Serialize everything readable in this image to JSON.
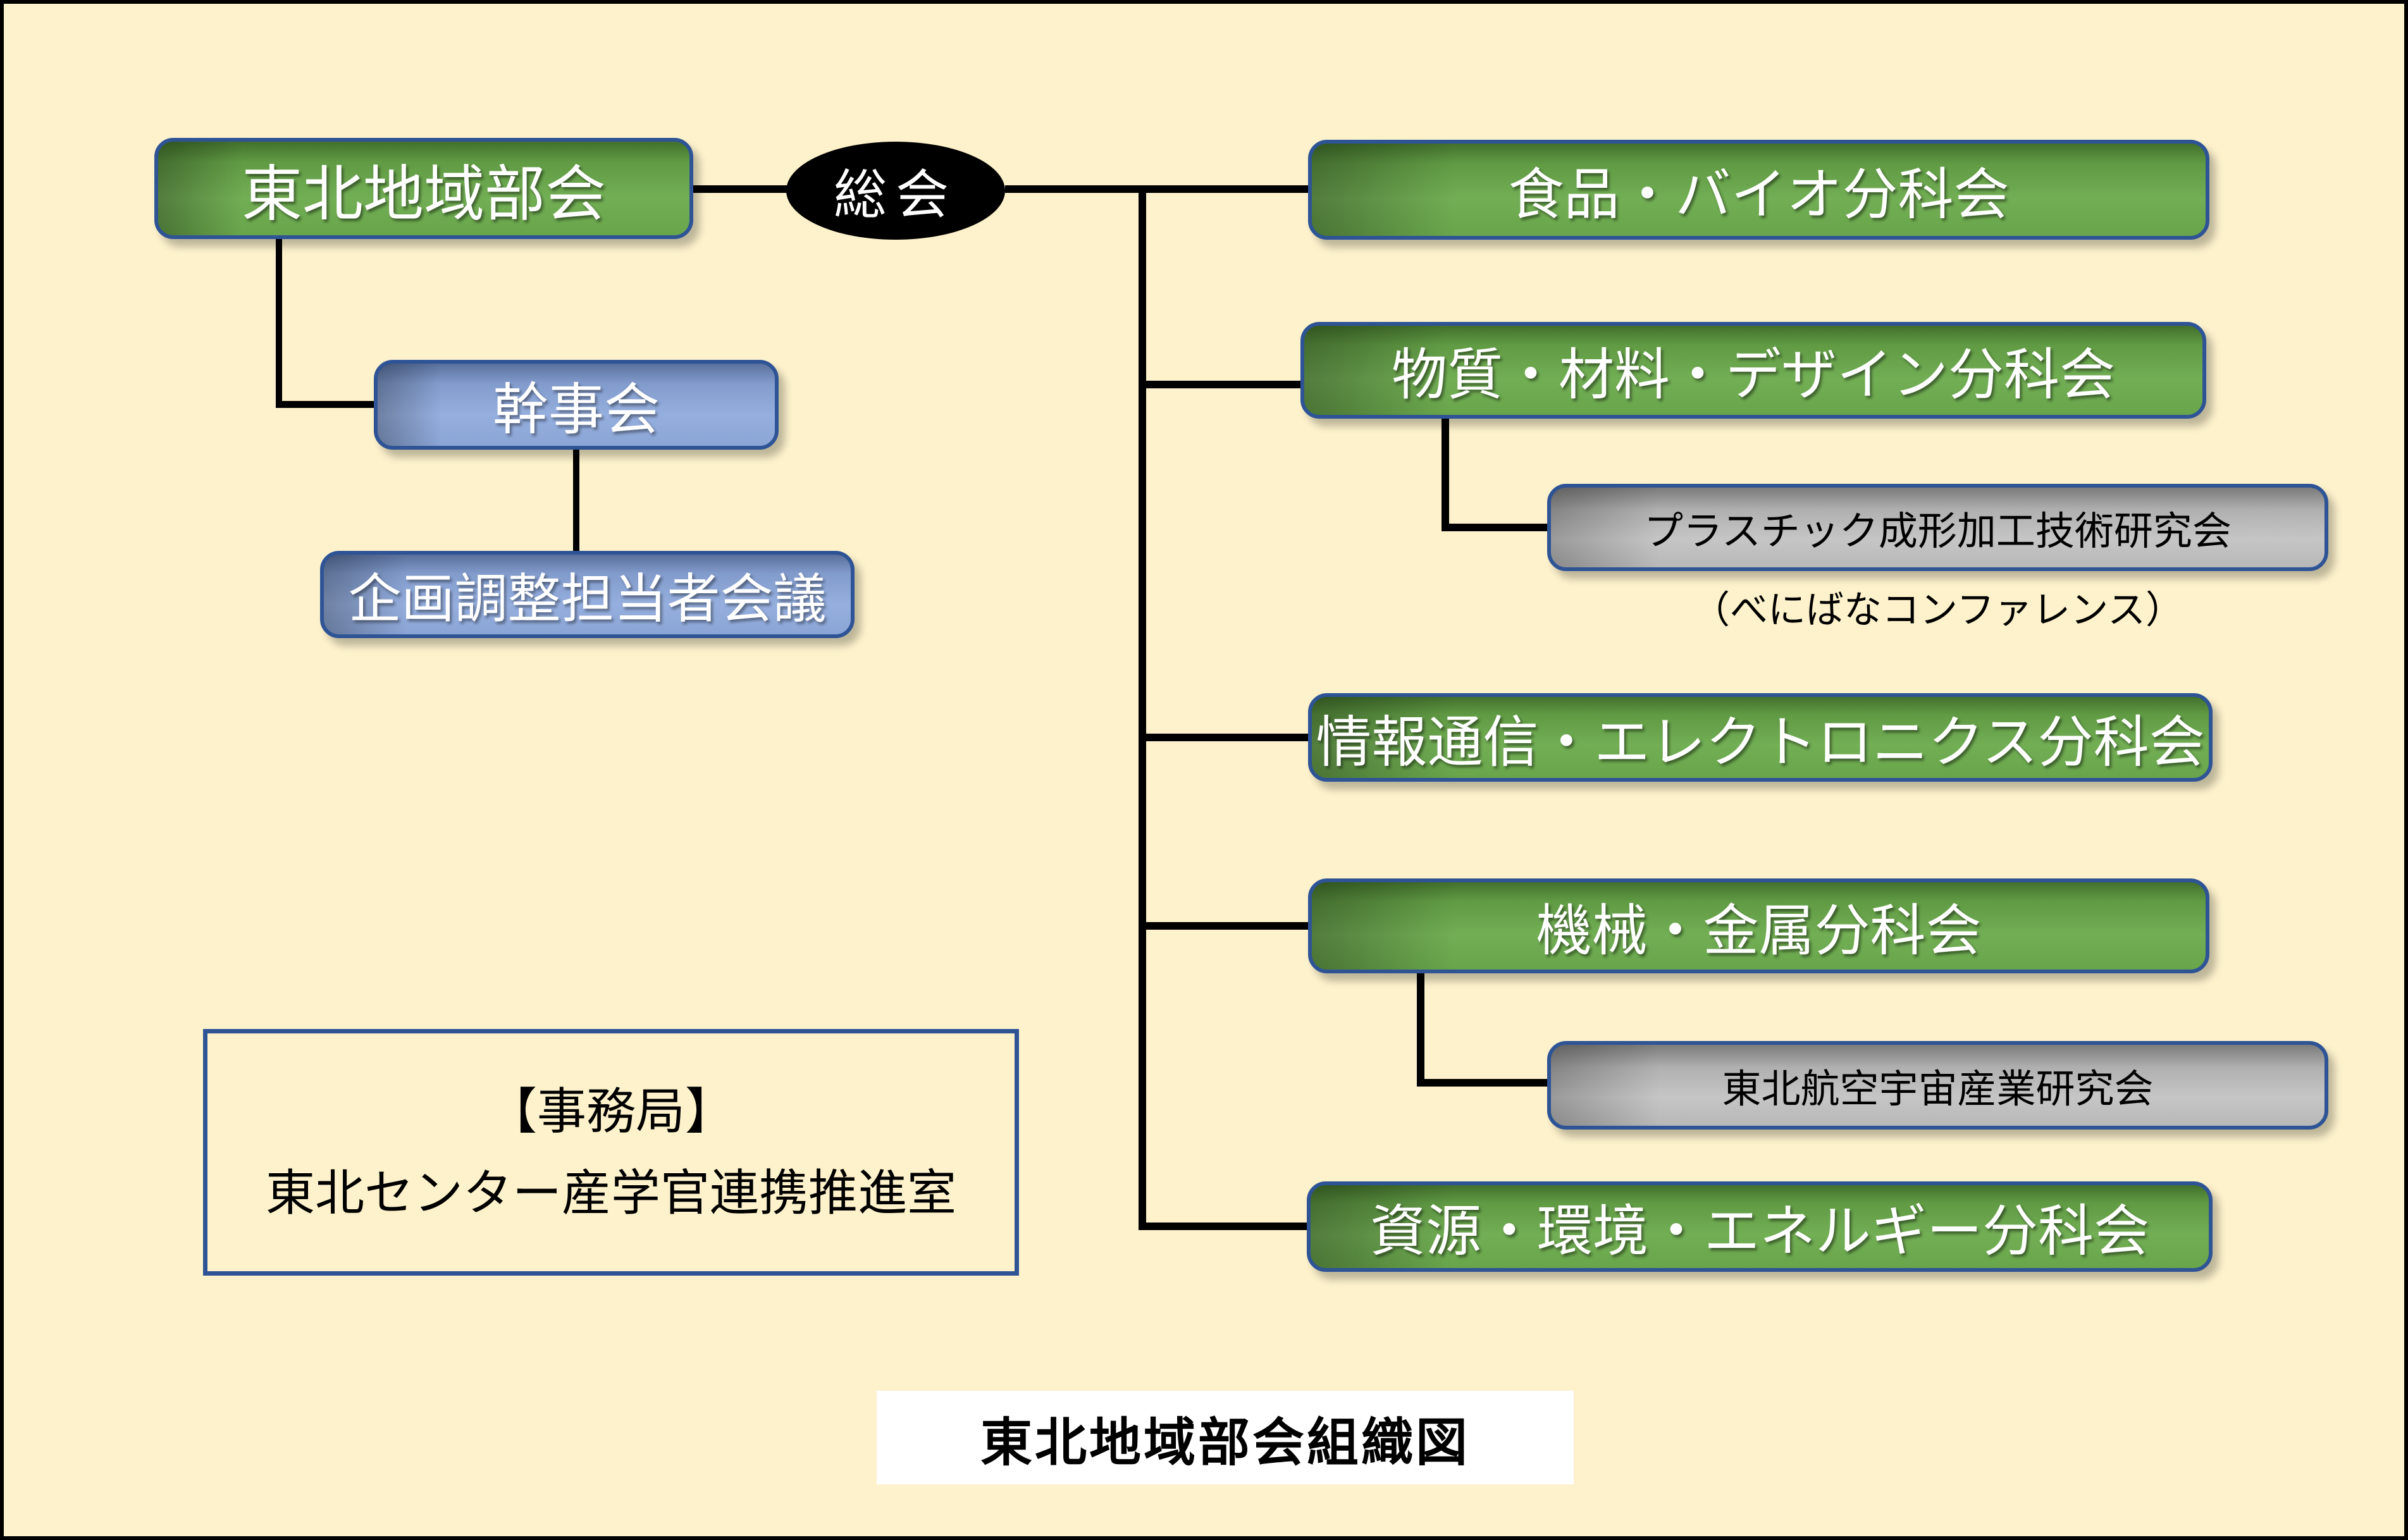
{
  "page": {
    "caption": "東北地域部会組織図"
  },
  "org": {
    "root": {
      "label": "東北地域部会"
    },
    "general_assembly": {
      "label": "総会"
    },
    "steering_committee": {
      "label": "幹事会"
    },
    "planning_coordination_meeting": {
      "label": "企画調整担当者会議"
    },
    "branches": [
      {
        "label": "食品・バイオ分科会"
      },
      {
        "label": "物質・材料・デザイン分科会"
      },
      {
        "label": "情報通信・エレクトロニクス分科会"
      },
      {
        "label": "機械・金属分科会"
      },
      {
        "label": "資源・環境・エネルギー分科会"
      }
    ],
    "study_groups": [
      {
        "label": "プラスチック成形加工技術研究会",
        "note": "（べにばなコンファレンス）",
        "parent": "物質・材料・デザイン分科会"
      },
      {
        "label": "東北航空宇宙産業研究会",
        "parent": "機械・金属分科会"
      }
    ],
    "secretariat": {
      "line1": "【事務局】",
      "line2": "東北センター産学官連携推進室"
    }
  },
  "colors": {
    "background": "#FDF2CC",
    "green_fill": "#6CAB4D",
    "blue_fill": "#8FAADC",
    "gray_fill": "#BFBFBF",
    "node_border": "#2E5496",
    "connector": "#000000",
    "assembly_fill": "#000000",
    "caption_background": "#FFFFFF",
    "canvas_border": "#000000"
  }
}
